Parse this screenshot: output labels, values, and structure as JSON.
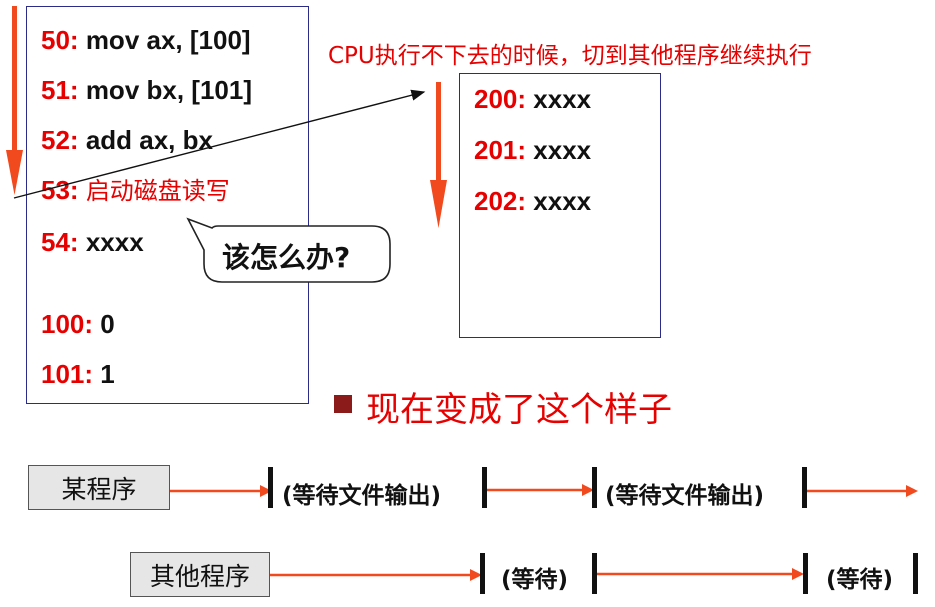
{
  "colors": {
    "accent_red": "#e60000",
    "box_border": "#2b2b8a",
    "arrow_orange": "#f24a1f",
    "bullet": "#8b1a1a"
  },
  "program_a": {
    "lines": [
      {
        "addr": "50:",
        "code": "mov ax, [100]"
      },
      {
        "addr": "51:",
        "code": "mov bx, [101]"
      },
      {
        "addr": "52:",
        "code": "add ax, bx"
      },
      {
        "addr": "53:",
        "code": "启动磁盘读写"
      },
      {
        "addr": "54:",
        "code": "xxxx"
      },
      {
        "addr": "100:",
        "code": "0"
      },
      {
        "addr": "101:",
        "code": "1"
      }
    ]
  },
  "program_b": {
    "lines": [
      {
        "addr": "200:",
        "code": "xxxx"
      },
      {
        "addr": "201:",
        "code": "xxxx"
      },
      {
        "addr": "202:",
        "code": "xxxx"
      }
    ]
  },
  "caption_switch": "CPU执行不下去的时候，切到其他程序继续执行",
  "bubble": "该怎么办?",
  "bullet_title": "现在变成了这个样子",
  "timeline": {
    "row1": {
      "label": "某程序",
      "waits": [
        "(等待文件输出)",
        "(等待文件输出)"
      ]
    },
    "row2": {
      "label": "其他程序",
      "waits": [
        "(等待)",
        "(等待)"
      ]
    }
  }
}
